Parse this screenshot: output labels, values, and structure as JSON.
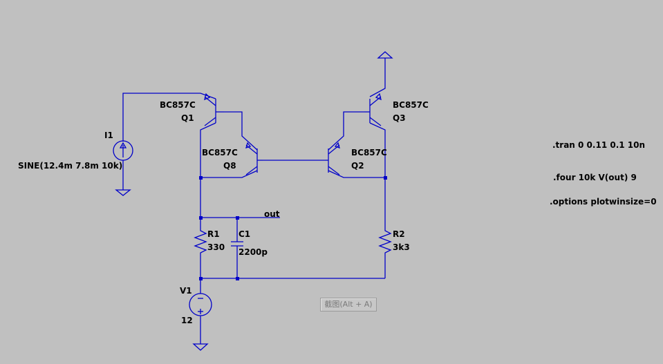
{
  "components": {
    "q1": {
      "model": "BC857C",
      "ref": "Q1"
    },
    "q8": {
      "model": "BC857C",
      "ref": "Q8"
    },
    "q3": {
      "model": "BC857C",
      "ref": "Q3"
    },
    "q2": {
      "model": "BC857C",
      "ref": "Q2"
    },
    "i1": {
      "ref": "I1",
      "value": "SINE(12.4m 7.8m 10k)"
    },
    "r1": {
      "ref": "R1",
      "value": "330"
    },
    "c1": {
      "ref": "C1",
      "value": "2200p"
    },
    "r2": {
      "ref": "R2",
      "value": "3k3"
    },
    "v1": {
      "ref": "V1",
      "value": "12"
    }
  },
  "net_labels": {
    "out": "out"
  },
  "directives": {
    "tran": ".tran 0 0.11 0.1 10n",
    "four": ".four 10k V(out)  9",
    "options": ".options plotwinsize=0"
  },
  "tooltip": {
    "text": "截图(Alt + A)"
  }
}
